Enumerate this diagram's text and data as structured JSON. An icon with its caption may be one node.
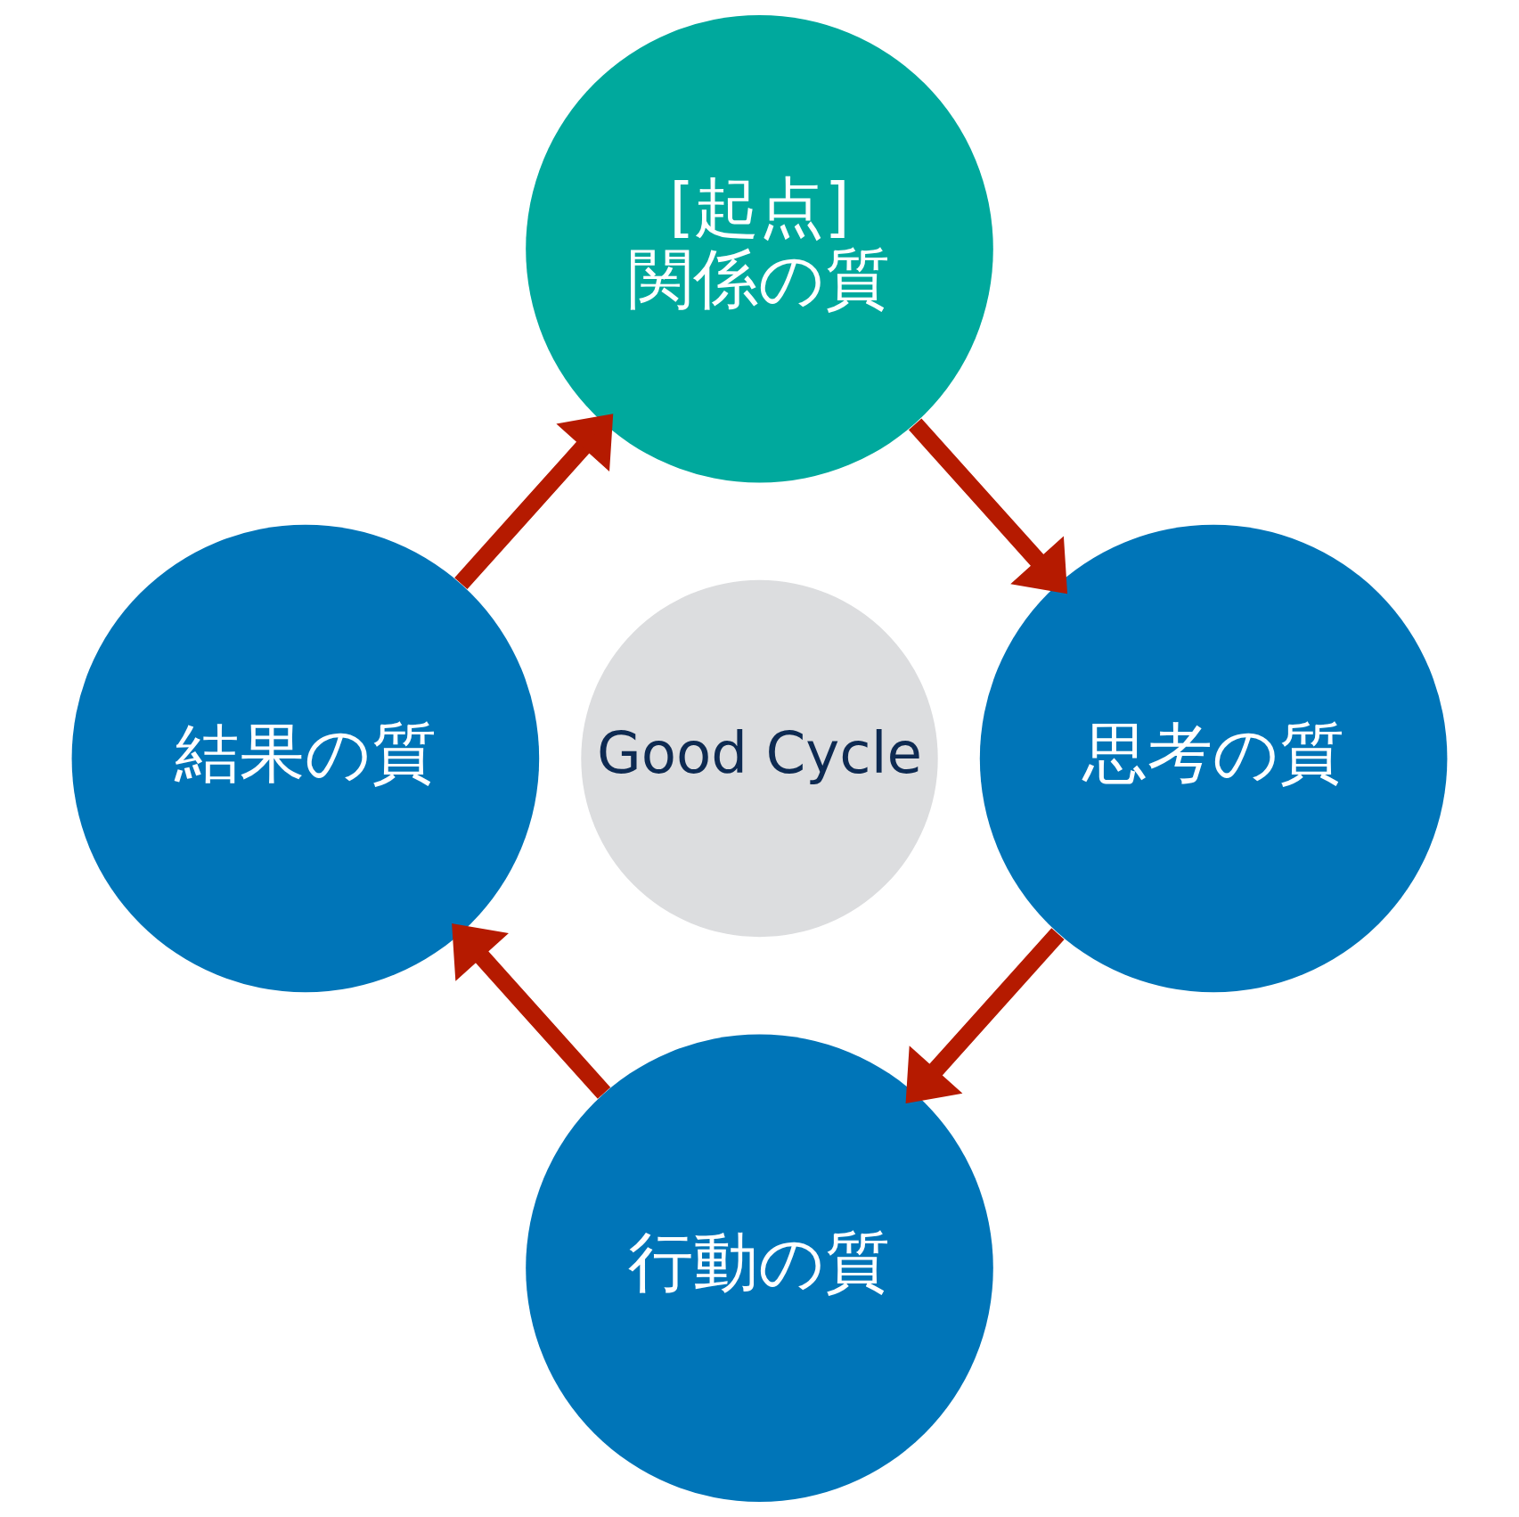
{
  "diagram": {
    "nodes": [
      {
        "text": [
          "Good Cycle"
        ]
      },
      {
        "text": [
          "[起点]",
          "関係の質"
        ]
      },
      {
        "text": [
          "思考の質"
        ]
      },
      {
        "text": [
          "行動の質"
        ]
      },
      {
        "text": [
          "結果の質"
        ]
      }
    ],
    "edges": [
      {
        "from": 1,
        "to": 2,
        "arrow": "to"
      },
      {
        "from": 2,
        "to": 3,
        "arrow": "to"
      },
      {
        "from": 3,
        "to": 4,
        "arrow": "to"
      },
      {
        "from": 4,
        "to": 1,
        "arrow": "to"
      }
    ]
  }
}
